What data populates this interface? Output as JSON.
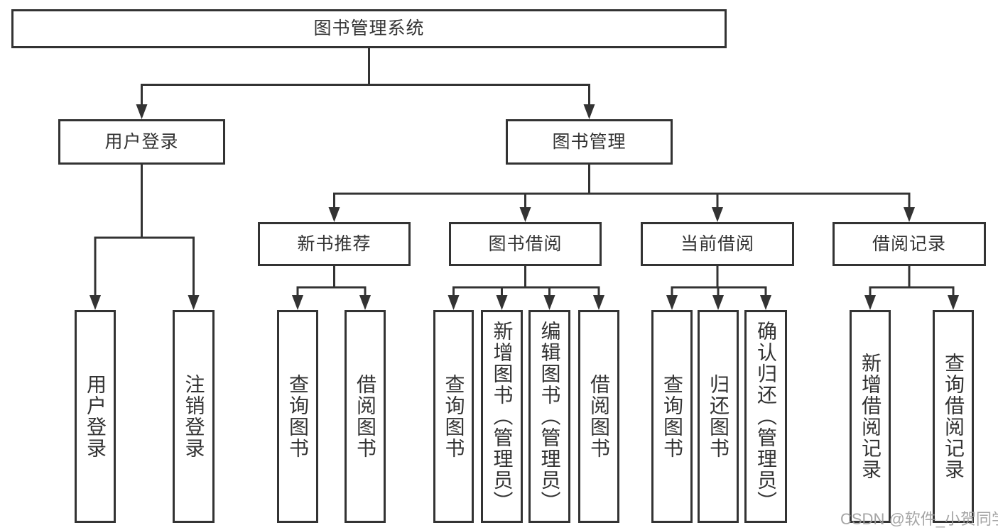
{
  "tree": {
    "label": "图书管理系统",
    "children": [
      {
        "label": "用户登录",
        "children": [
          {
            "label": "用户登录"
          },
          {
            "label": "注销登录"
          }
        ]
      },
      {
        "label": "图书管理",
        "children": [
          {
            "label": "新书推荐",
            "children": [
              {
                "label": "查询图书"
              },
              {
                "label": "借阅图书"
              }
            ]
          },
          {
            "label": "图书借阅",
            "children": [
              {
                "label": "查询图书"
              },
              {
                "label": "新增图书（管理员）"
              },
              {
                "label": "编辑图书（管理员）"
              },
              {
                "label": "借阅图书"
              }
            ]
          },
          {
            "label": "当前借阅",
            "children": [
              {
                "label": "查询图书"
              },
              {
                "label": "归还图书"
              },
              {
                "label": "确认归还（管理员）"
              }
            ]
          },
          {
            "label": "借阅记录",
            "children": [
              {
                "label": "新增借阅记录"
              },
              {
                "label": "查询借阅记录"
              }
            ]
          }
        ]
      }
    ]
  },
  "watermark": {
    "text": "CSDN @软件_小贺同学"
  },
  "colors": {
    "line": "#333333",
    "text": "#333333",
    "watermark": "#9b9b9b",
    "background": "#ffffff"
  }
}
